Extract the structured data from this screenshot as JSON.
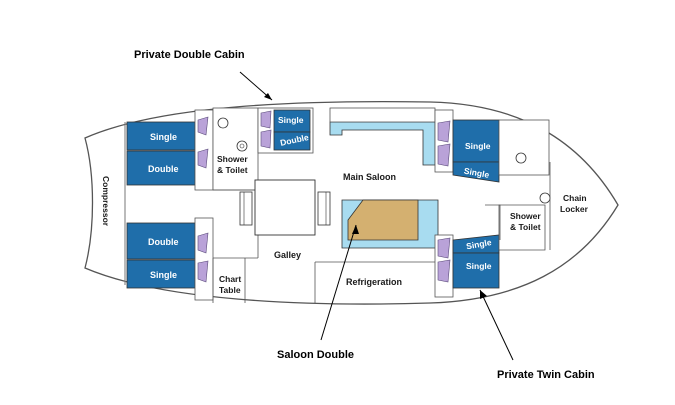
{
  "annotations": {
    "private_double_cabin": "Private Double Cabin",
    "saloon_double": "Saloon Double",
    "private_twin_cabin": "Private Twin Cabin"
  },
  "rooms": {
    "single": "Single",
    "double": "Double",
    "shower": "Shower",
    "toilet": "& Toilet",
    "main_saloon": "Main Saloon",
    "galley": "Galley",
    "refrigeration": "Refrigeration",
    "chart": "Chart",
    "table": "Table",
    "chain": "Chain",
    "locker": "Locker",
    "compressor": "Compressor"
  },
  "colors": {
    "berth_blue": "#1f6eaa",
    "berth_light_blue": "#a8dcf0",
    "saloon_berth": "#d4b070",
    "pillow": "#b9a2d8",
    "hull_line": "#555555"
  }
}
